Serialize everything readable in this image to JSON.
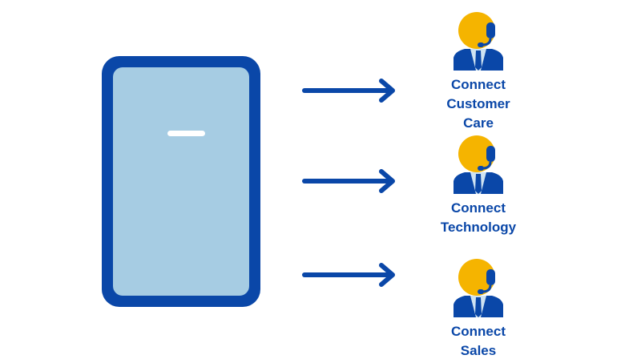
{
  "colors": {
    "primary_blue": "#0a47a8",
    "screen_blue": "#a6cce3",
    "face_yellow": "#f5b400",
    "shirt_light": "#cfe3f2"
  },
  "device": {
    "icon": "smartphone-icon"
  },
  "destinations": [
    {
      "icon": "customer-agent-headset-icon",
      "line1": "Connect",
      "line2": "Customer Care"
    },
    {
      "icon": "customer-agent-headset-icon",
      "line1": "Connect",
      "line2": "Technology"
    },
    {
      "icon": "customer-agent-headset-icon",
      "line1": "Connect",
      "line2": "Sales"
    }
  ]
}
